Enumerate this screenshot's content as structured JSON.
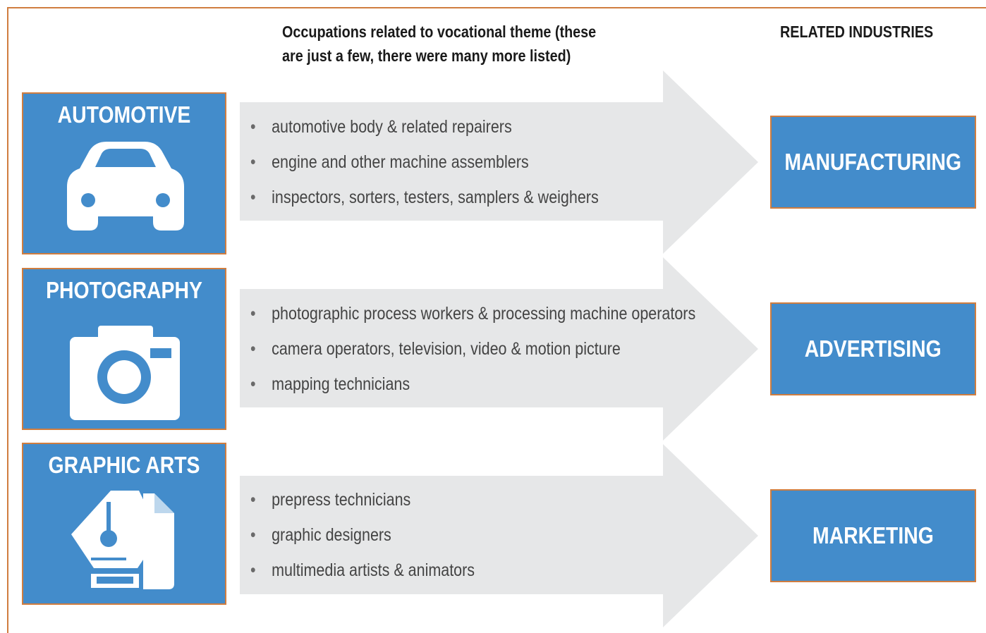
{
  "header": {
    "occupations": "Occupations related to vocational theme (these are just a few, there were many more listed)",
    "industries": "RELATED INDUSTRIES"
  },
  "rows": [
    {
      "theme": "AUTOMOTIVE",
      "icon": "car-icon",
      "occupations": [
        "automotive body & related repairers",
        "engine and other machine assemblers",
        "inspectors, sorters, testers, samplers & weighers"
      ],
      "industry": "MANUFACTURING"
    },
    {
      "theme": "PHOTOGRAPHY",
      "icon": "camera-icon",
      "occupations": [
        "photographic process workers & processing machine operators",
        "camera operators, television, video & motion picture",
        "mapping technicians"
      ],
      "industry": "ADVERTISING"
    },
    {
      "theme": "GRAPHIC ARTS",
      "icon": "pen-nib-icon",
      "occupations": [
        "prepress technicians",
        "graphic designers",
        "multimedia artists & animators"
      ],
      "industry": "MARKETING"
    }
  ],
  "colors": {
    "box_fill": "#438ccb",
    "box_border": "#d07d3f",
    "arrow_fill": "#e6e7e8"
  }
}
